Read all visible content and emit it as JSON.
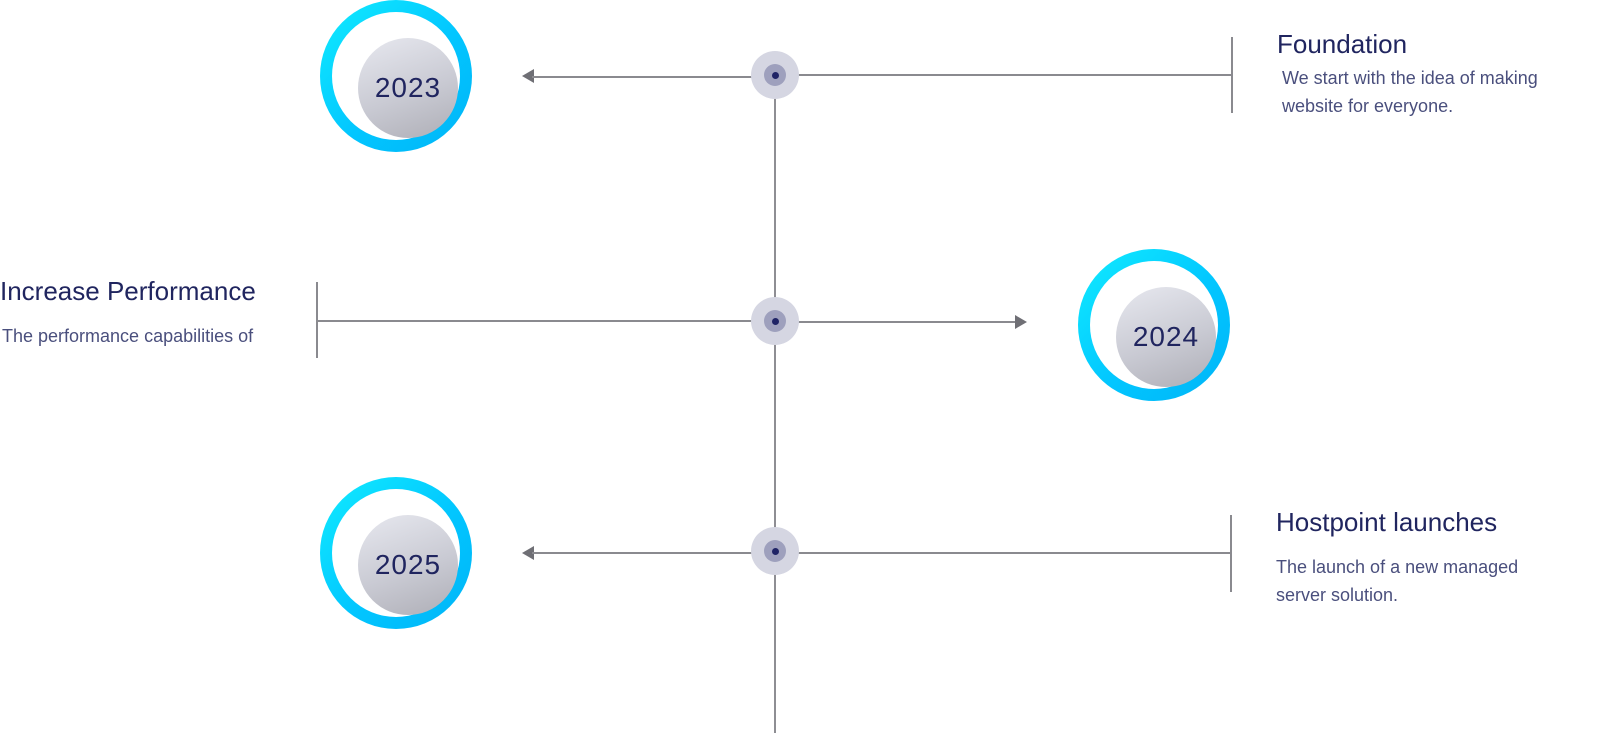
{
  "timeline": {
    "events": [
      {
        "year": "2023",
        "title": "Foundation",
        "description": "We start with the idea of making website for everyone."
      },
      {
        "year": "2024",
        "title": "Increase Performance",
        "description": "The performance capabilities of"
      },
      {
        "year": "2025",
        "title": "Hostpoint launches",
        "description": "The launch of a new managed server solution."
      }
    ]
  },
  "colors": {
    "ring_gradient_start": "#11ecff",
    "ring_gradient_end": "#00b4f7",
    "title_text": "#20255f",
    "description_text": "#4a4f7d",
    "connector_line": "#8a8a8f",
    "node_outer": "#d5d6e2",
    "node_dot": "#1f2366"
  }
}
